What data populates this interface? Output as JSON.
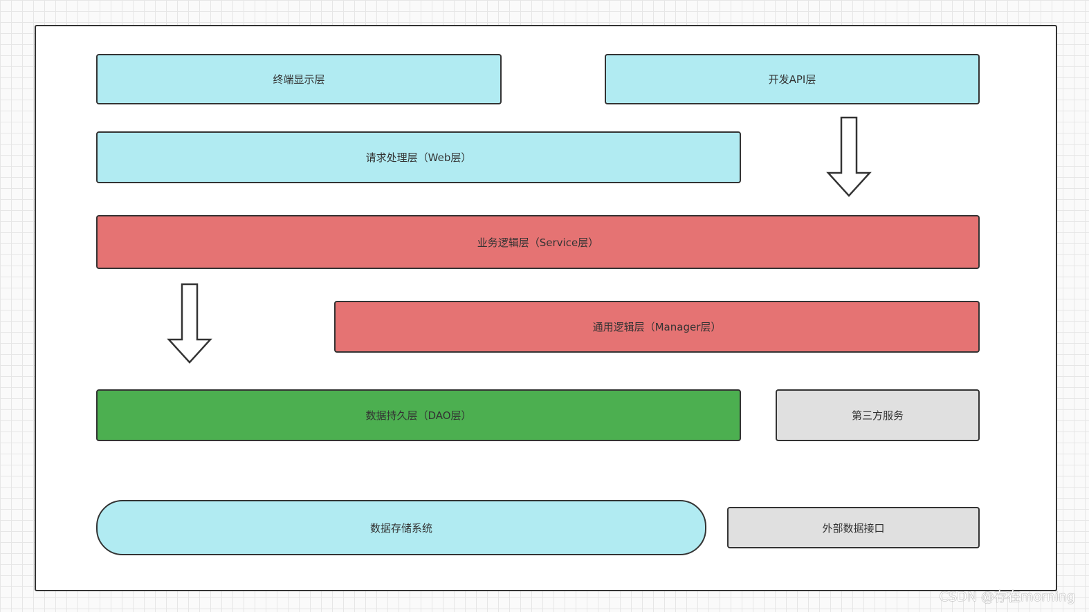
{
  "colors": {
    "presentation": "#b1ebf2",
    "logic": "#e57373",
    "persistence": "#4caf50",
    "external": "#e0e0e0",
    "border": "#333333"
  },
  "layers": {
    "terminal_display": "终端显示层",
    "open_api": "开发API层",
    "web": "请求处理层（Web层）",
    "service": "业务逻辑层（Service层）",
    "manager": "通用逻辑层（Manager层）",
    "dao": "数据持久层（DAO层）",
    "third_party": "第三方服务",
    "storage": "数据存储系统",
    "external_interface": "外部数据接口"
  },
  "icons": {
    "arrow_right": "arrow-down-icon",
    "arrow_left": "arrow-down-icon"
  },
  "watermark": "CSDN @存在morning"
}
